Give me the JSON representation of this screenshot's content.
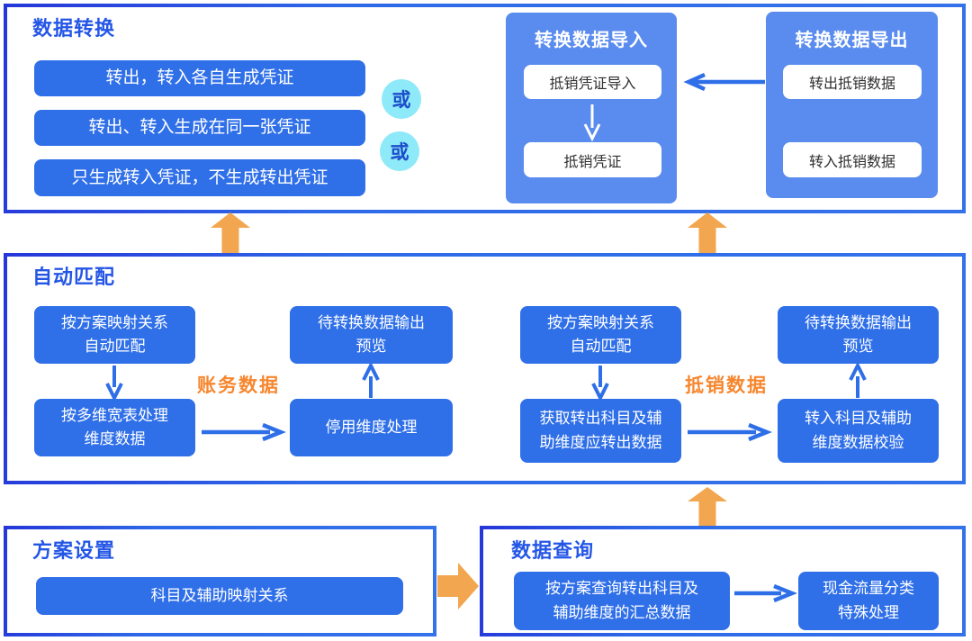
{
  "colors": {
    "panel_border_blue": "#2e6ae8",
    "panel_border_dark": "#2637d9",
    "node_blue": "#2f6fe8",
    "subpanel_blue": "#5a8bee",
    "cyan_badge_bg": "#8ee9f8",
    "cyan_badge_text": "#1d4ecb",
    "orange_arrow": "#f2a64f",
    "orange_label": "#f6872f",
    "title_blue": "#2456e6",
    "white_box_text": "#2f2f2f"
  },
  "conversion": {
    "title": "数据转换",
    "options": [
      "转出，转入各自生成凭证",
      "转出、转入生成在同一张凭证",
      "只生成转入凭证，不生成转出凭证"
    ],
    "or1": "或",
    "or2": "或",
    "import_panel": {
      "title": "转换数据导入",
      "step1": "抵销凭证导入",
      "step2": "抵销凭证"
    },
    "export_panel": {
      "title": "转换数据导出",
      "item1": "转出抵销数据",
      "item2": "转入抵销数据"
    }
  },
  "auto_match": {
    "title": "自动匹配",
    "left": {
      "label": "账务数据",
      "b1": "按方案映射关系\n自动匹配",
      "b2": "按多维宽表处理\n维度数据",
      "b3": "停用维度处理",
      "b4": "待转换数据输出\n预览"
    },
    "right": {
      "label": "抵销数据",
      "b1": "按方案映射关系\n自动匹配",
      "b2": "获取转出科目及辅\n助维度应转出数据",
      "b3": "转入科目及辅助\n维度数据校验",
      "b4": "待转换数据输出\n预览"
    }
  },
  "scheme": {
    "title": "方案设置",
    "b1": "科目及辅助映射关系"
  },
  "query": {
    "title": "数据查询",
    "b1": "按方案查询转出科目及\n辅助维度的汇总数据",
    "b2": "现金流量分类\n特殊处理"
  }
}
